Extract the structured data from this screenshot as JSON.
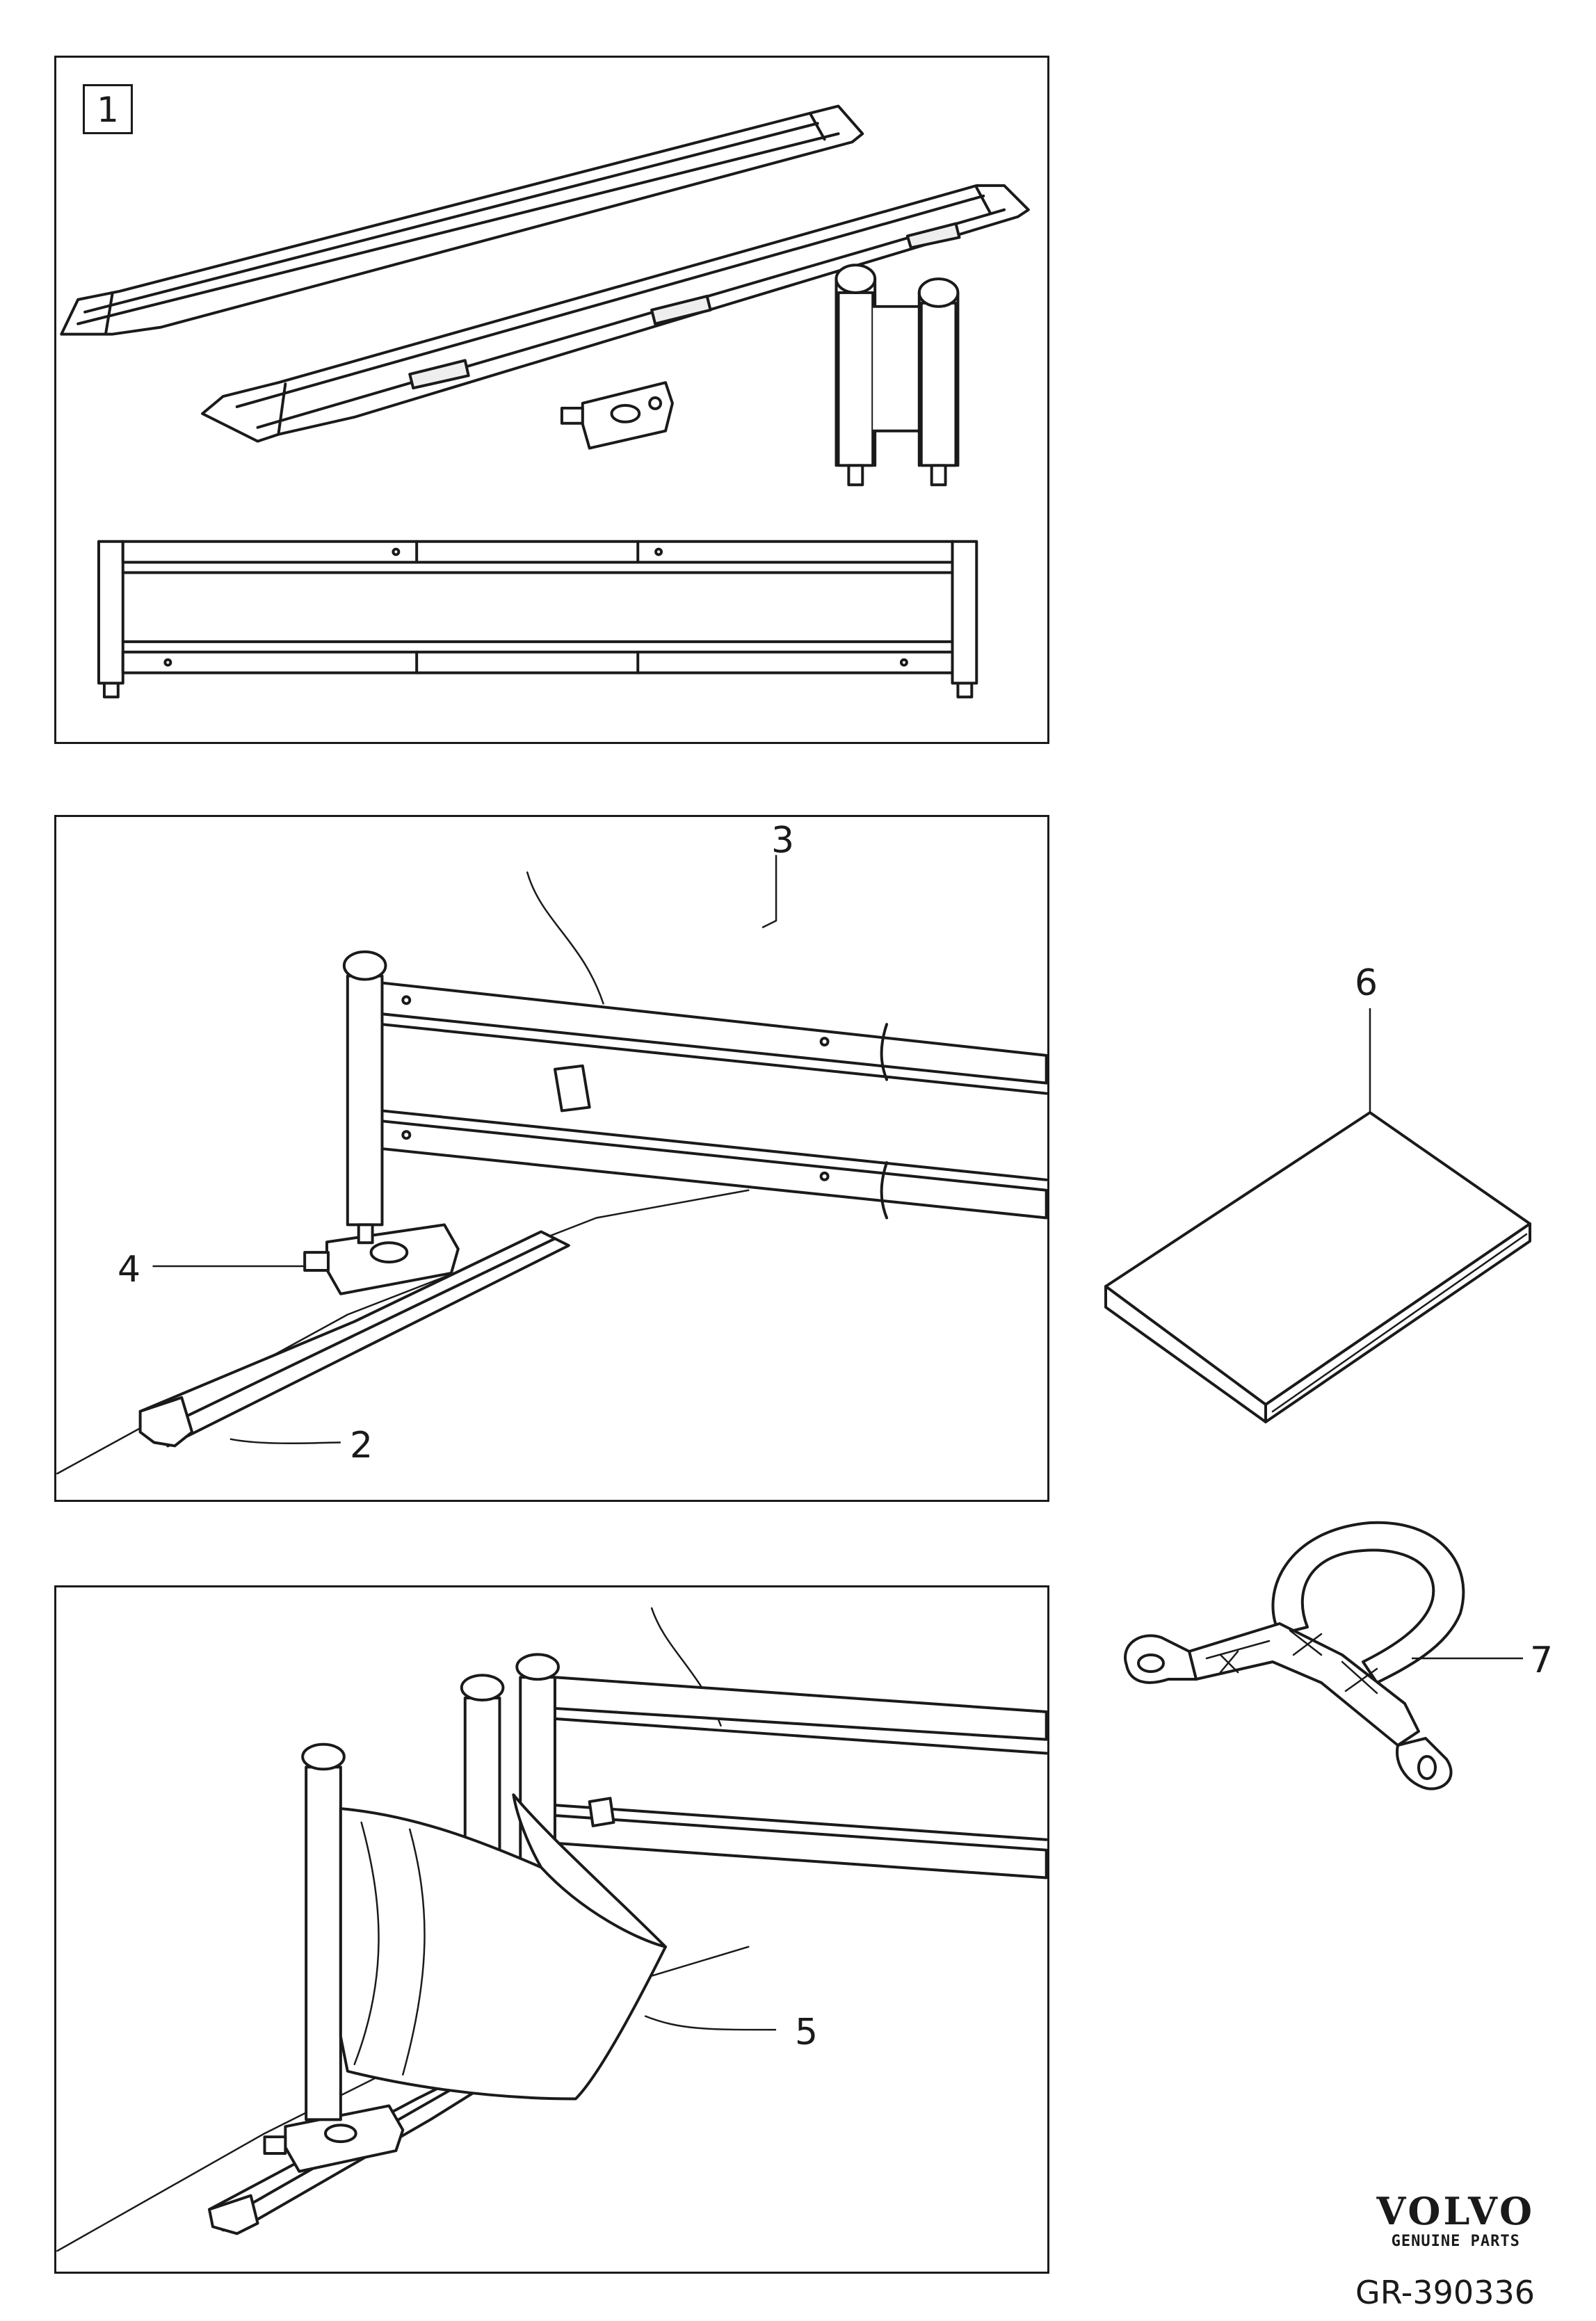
{
  "panels": {
    "panel1": {
      "label": "1"
    }
  },
  "callouts": {
    "c2": "2",
    "c3": "3",
    "c4": "4",
    "c5": "5",
    "c6": "6",
    "c7": "7"
  },
  "brand": {
    "name": "VOLVO",
    "tagline": "GENUINE PARTS"
  },
  "reference": "GR-390336"
}
